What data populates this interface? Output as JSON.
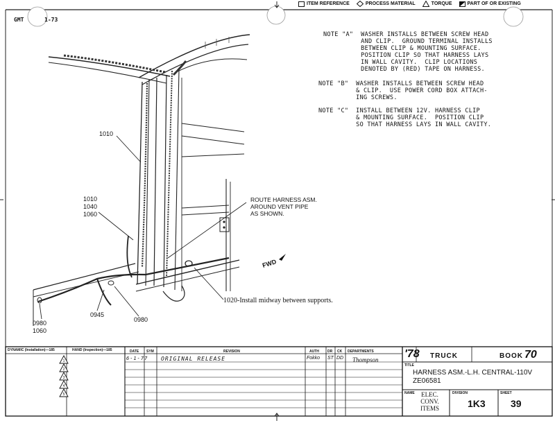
{
  "legend": {
    "item_reference": "ITEM REFERENCE",
    "process_material": "PROCESS MATERIAL",
    "torque": "TORQUE",
    "part_of_existing": "PART OF OR EXISTING"
  },
  "header": {
    "company": "GMT",
    "sheet_ref": "1-73"
  },
  "notes": {
    "a": "NOTE \"A\"  WASHER INSTALLS BETWEEN SCREW HEAD\n          AND CLIP.  GROUND TERMINAL INSTALLS\n          BETWEEN CLIP & MOUNTING SURFACE.\n          POSITION CLIP SO THAT HARNESS LAYS\n          IN WALL CAVITY.  CLIP LOCATIONS\n          DENOTED BY (RED) TAPE ON HARNESS.",
    "b": "NOTE \"B\"  WASHER INSTALLS BETWEEN SCREW HEAD\n          & CLIP.  USE POWER CORD BOX ATTACH-\n          ING SCREWS.",
    "c": "NOTE \"C\"  INSTALL BETWEEN 12V. HARNESS CLIP\n          & MOUNTING SURFACE.  POSITION CLIP\n          SO THAT HARNESS LAYS IN WALL CAVITY."
  },
  "callouts": {
    "c1010_top": "1010",
    "c_group": "1010\n1040\n1060",
    "route": "ROUTE HARNESS ASM.\nAROUND VENT PIPE\nAS SHOWN.",
    "fwd": "FWD",
    "install": "1020-Install midway between supports.",
    "c0945": "0945",
    "c0980_mid": "0980",
    "c0980_left": "0980\n1060"
  },
  "title_block": {
    "dynamic_hdr": "DYNAMIC (Installation)—185",
    "hand_hdr": "HAND (Inspection)—185",
    "date_hdr": "DATE",
    "sym_hdr": "SYM",
    "revision_hdr": "REVISION",
    "auth_hdr": "AUTH",
    "dr_hdr": "DR",
    "ck_hdr": "CK",
    "departments_hdr": "DEPARTMENTS",
    "rev_date": "6-1-77",
    "rev_text": "ORIGINAL RELEASE",
    "rev_auth": "Fokko",
    "rev_dr": "ST",
    "rev_ck": "DD",
    "rev_dept": "Thompson",
    "year": "'78",
    "vehicle": "TRUCK",
    "book_label": "BOOK",
    "book_num": "70",
    "title_label": "TITLE",
    "title": "HARNESS ASM.-L.H. CENTRAL-110V",
    "part_no": "ZE06581",
    "name_label": "NAME",
    "name": "ELEC.\nCONV.\nITEMS",
    "division_label": "DIVISION",
    "division": "1K3",
    "sheet_label": "SHEET",
    "sheet": "39"
  }
}
